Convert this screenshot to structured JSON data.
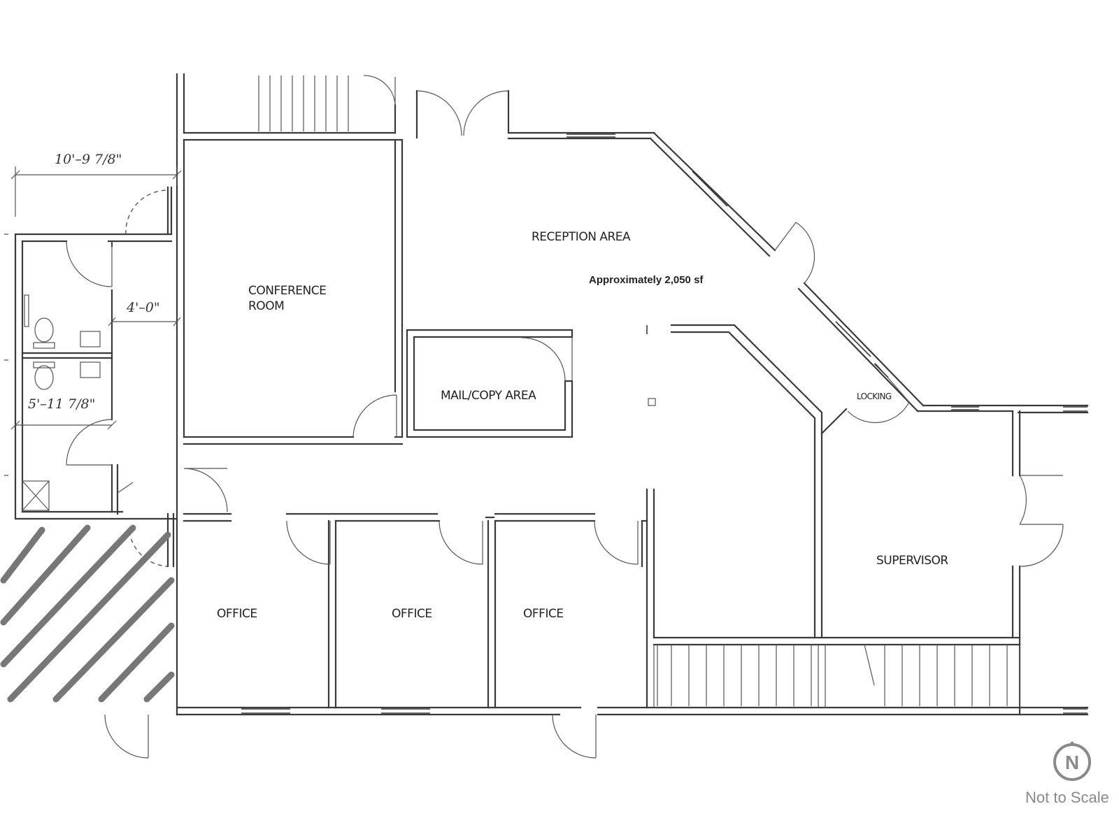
{
  "rooms": {
    "reception": "RECEPTION AREA",
    "conference_line1": "CONFERENCE",
    "conference_line2": "ROOM",
    "mail_copy": "MAIL/COPY AREA",
    "supervisor": "SUPERVISOR",
    "office_1": "OFFICE",
    "office_2": "OFFICE",
    "office_3": "OFFICE",
    "locking": "LOCKING"
  },
  "area_note": "Approximately 2,050 sf",
  "dimensions": {
    "top_width": "10'–9 7/8\"",
    "corridor": "4'–0\"",
    "restroom": "5'–11 7/8\""
  },
  "legend": {
    "scale_note": "Not to Scale",
    "north_letter": "N"
  },
  "icons": {
    "compass": "north-arrow-icon"
  }
}
